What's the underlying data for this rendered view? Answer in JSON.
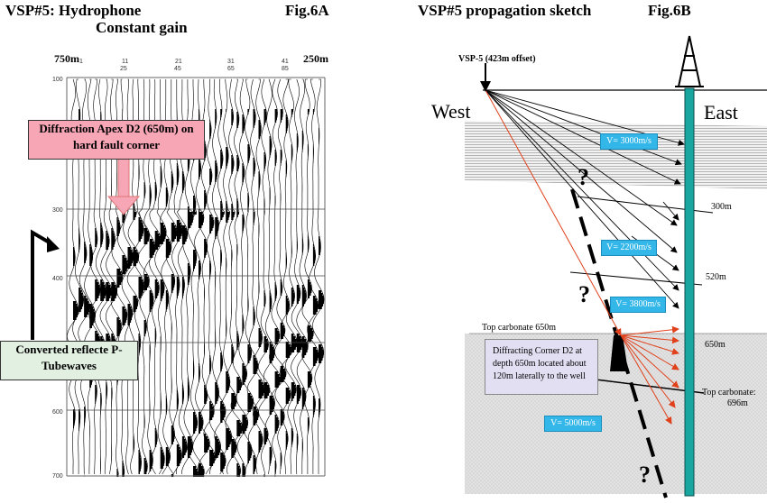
{
  "left_panel": {
    "title_line1": "VSP#5: Hydrophone",
    "title_line2": "Constant gain",
    "figure_label": "Fig.6A",
    "offset_left": "750m",
    "offset_right": "250m",
    "trace_ticks": [
      "1",
      "11",
      "21",
      "31",
      "41"
    ],
    "trace_ticks_lower": [
      "25",
      "45",
      "65",
      "85"
    ],
    "time_ticks": [
      "100",
      "300",
      "400",
      "600",
      "700"
    ],
    "callout_diffraction": "Diffraction Apex D2 (650m) on hard fault corner",
    "callout_converted": "Converted reflecte P-Tubewaves"
  },
  "right_panel": {
    "title": "VSP#5 propagation sketch",
    "figure_label": "Fig.6B",
    "source_label": "VSP-5 (423m offset)",
    "west": "West",
    "east": "East",
    "velocities": [
      "V= 3000m/s",
      "V= 2200m/s",
      "V= 3800m/s",
      "V= 5000m/s"
    ],
    "depths": [
      "300m",
      "520m",
      "650m"
    ],
    "top_carbonate_left": "Top carbonate 650m",
    "top_carbonate_right_line1": "Top carbonate:",
    "top_carbonate_right_line2": "696m",
    "diffracting_corner_text": "Diffracting Corner D2 at depth 650m located about 120m laterally to the well",
    "question_mark": "?"
  },
  "colors": {
    "callout_pink": "#f7a6b6",
    "callout_green": "#e2f0e2",
    "velocity_blue": "#33b6e8",
    "well_teal": "#1aa6a0",
    "ray_red": "#e0401a",
    "box_lavender": "#e3dff3"
  }
}
